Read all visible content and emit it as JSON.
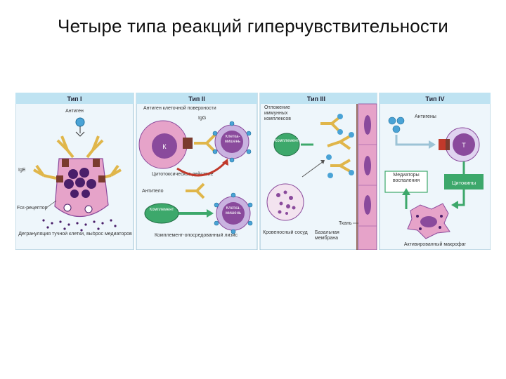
{
  "page": {
    "title": "Четыре типа реакций гиперчувствительности"
  },
  "colors": {
    "panel_header": "#bfe3f2",
    "panel_bg": "#eef6fb",
    "purple": "#8a4a9c",
    "dark_purple": "#4a1f6a",
    "pink": "#e6a3c9",
    "green": "#3da86b",
    "yellow": "#f2c94c",
    "blue": "#4aa3d6",
    "red": "#c0392b",
    "brown": "#7a3b2e"
  },
  "panels": [
    {
      "header": "Тип I",
      "labels": {
        "antigen": "Антиген",
        "ige": "IgE",
        "fce_receptor": "Fcε-рецептор",
        "degranulation": "Дегрануляция тучной клетки, выброс медиаторов"
      }
    },
    {
      "header": "Тип II",
      "labels": {
        "cell_surface_antigen": "Антиген клеточной поверхности",
        "igg": "IgG",
        "k": "К",
        "target_cell": "Клетка-мишень",
        "cytotoxic_action": "Цитотоксическое действие",
        "antibody": "Антитело",
        "complement": "Комплемент",
        "target_cell_2": "Клетка-мишень",
        "complement_lysis": "Комплемент-опосредованный лизис"
      }
    },
    {
      "header": "Тип III",
      "labels": {
        "deposition": "Отложение иммунных комплексов",
        "complement": "Комплемент",
        "tissue": "Ткань",
        "blood_vessel": "Кровеносный сосуд",
        "basement_membrane": "Базальная мембрана"
      }
    },
    {
      "header": "Тип IV",
      "labels": {
        "antigens": "Антигены",
        "t": "Т",
        "mediators": "Медиаторы воспаления",
        "cytokines": "Цитокины",
        "activated_macrophage": "Активированный макрофаг"
      }
    }
  ]
}
